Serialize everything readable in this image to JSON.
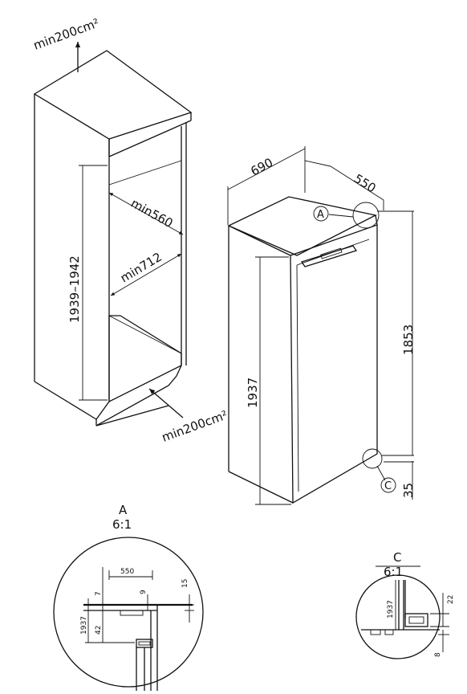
{
  "cabinet": {
    "vent_top": "min200cm²",
    "vent_bottom": "min200cm²",
    "height_range": "1939–1942",
    "depth_min": "min560",
    "width_min": "min712"
  },
  "appliance": {
    "depth": "690",
    "width": "550",
    "height": "1937",
    "total_height": "1853",
    "base_gap": "35",
    "detail_a_marker": "A",
    "detail_c_marker": "C"
  },
  "detail_a": {
    "title": "A",
    "scale": "6:1",
    "dim_550": "550",
    "dim_15": "15",
    "dim_9": "9",
    "dim_7": "7",
    "dim_42": "42",
    "dim_1937": "1937"
  },
  "detail_c": {
    "title": "C",
    "scale": "6:1",
    "dim_1937": "1937",
    "dim_22": "22",
    "dim_8": "8"
  }
}
